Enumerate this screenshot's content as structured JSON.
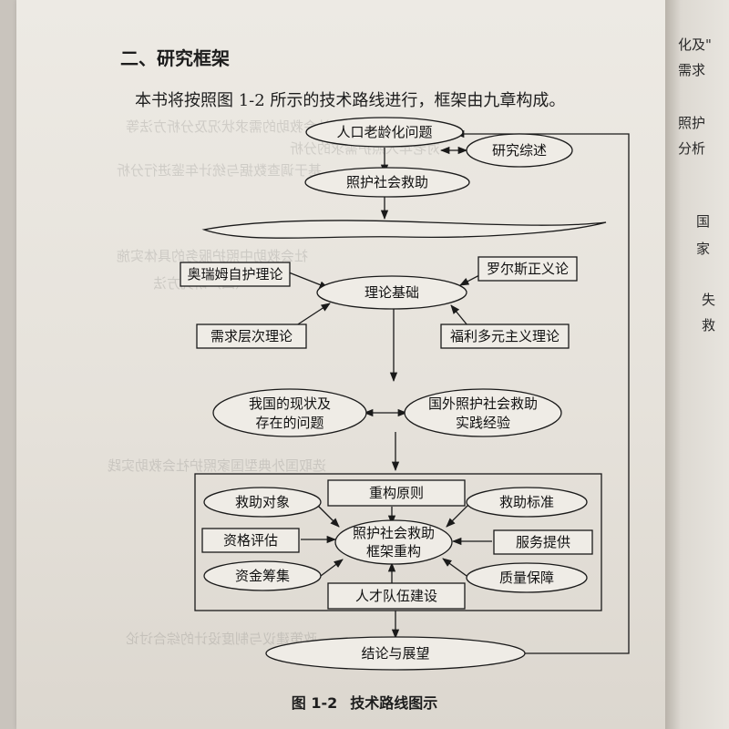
{
  "section_title": "二、研究框架",
  "intro": "本书将按照图 1-2 所示的技术路线进行，框架由九章构成。",
  "right_page_lines": [
    "化及\"",
    "需求",
    "照护",
    "分析",
    "国",
    "家",
    "失",
    "救"
  ],
  "nodes": {
    "aging": "人口老龄化问题",
    "review": "研究综述",
    "care_assist": "照护社会救助",
    "orem": "奥瑞姆自护理论",
    "rawls": "罗尔斯正义论",
    "theory": "理论基础",
    "maslow": "需求层次理论",
    "pluralism": "福利多元主义理论",
    "status_1": "我国的现状及",
    "status_2": "存在的问题",
    "foreign_1": "国外照护社会救助",
    "foreign_2": "实践经验",
    "principles": "重构原则",
    "target": "救助对象",
    "standard": "救助标准",
    "eligibility": "资格评估",
    "core_1": "照护社会救助",
    "core_2": "框架重构",
    "service": "服务提供",
    "funding": "资金筹集",
    "quality": "质量保障",
    "workforce": "人才队伍建设",
    "conclusion": "结论与展望"
  },
  "caption": {
    "number": "图 1-2",
    "title": "技术路线图示"
  }
}
